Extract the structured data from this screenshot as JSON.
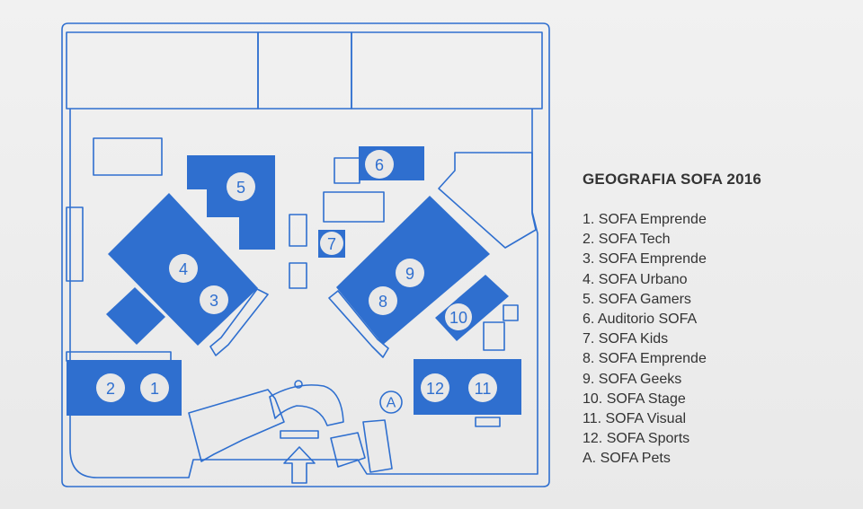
{
  "legend": {
    "title": "GEOGRAFIA SOFA 2016",
    "items": [
      "1. SOFA Emprende",
      "2. SOFA Tech",
      "3. SOFA Emprende",
      "4. SOFA Urbano",
      "5. SOFA Gamers",
      "6. Auditorio SOFA",
      "7. SOFA Kids",
      "8. SOFA Emprende",
      "9. SOFA Geeks",
      "10. SOFA Stage",
      "11. SOFA Visual",
      "12. SOFA Sports",
      "A. SOFA Pets"
    ]
  },
  "map": {
    "accent_color": "#2f6fcf",
    "badge_color": "#e8e8e8",
    "markers": [
      "1",
      "2",
      "3",
      "4",
      "5",
      "6",
      "7",
      "8",
      "9",
      "10",
      "11",
      "12",
      "A"
    ],
    "icons": [
      "entrance-arrow-icon"
    ]
  }
}
